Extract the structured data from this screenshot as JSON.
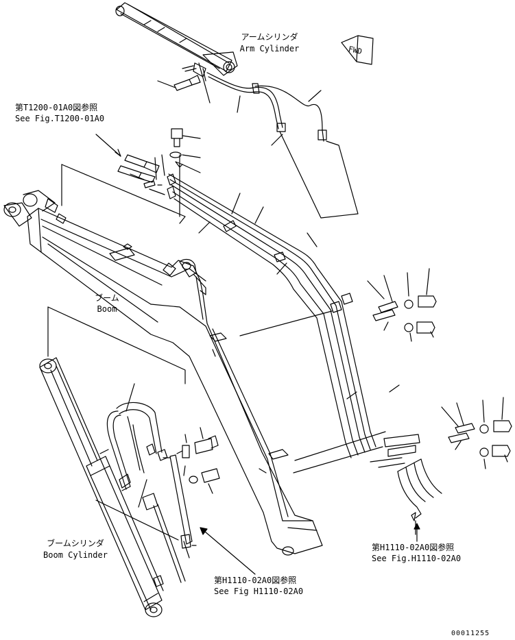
{
  "labels": {
    "arm_cylinder": {
      "jp": "アームシリンダ",
      "en": "Arm Cylinder"
    },
    "see_t1200": {
      "jp": "第T1200-01A0図参照",
      "en": "See Fig.T1200-01A0"
    },
    "boom": {
      "jp": "ブーム",
      "en": "Boom"
    },
    "boom_cylinder": {
      "jp": "ブームシリンダ",
      "en": "Boom Cylinder"
    },
    "see_h1110_center": {
      "jp": "第H1110-02A0図参照",
      "en": "See Fig H1110-02A0"
    },
    "see_h1110_right": {
      "jp": "第H1110-02A0図参照",
      "en": "See Fig.H1110-02A0"
    },
    "fwd": "FWD",
    "drawing_number": "00011255"
  }
}
